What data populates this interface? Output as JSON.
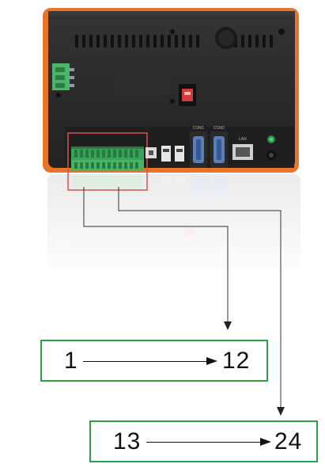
{
  "device": {
    "port_labels": {
      "com1": "COM1",
      "com2": "COM2",
      "lan": "LAN"
    }
  },
  "callouts": [
    {
      "start": "1",
      "end": "12"
    },
    {
      "start": "13",
      "end": "24"
    }
  ],
  "colors": {
    "frame_orange": "#e8742a",
    "body_dark": "#2b2b2b",
    "terminal_green": "#3aa35a",
    "highlight_red": "#d9534f",
    "callout_border": "#2e9e48",
    "switch_red": "#d23b3b",
    "port_blue": "#5a7fb5"
  }
}
